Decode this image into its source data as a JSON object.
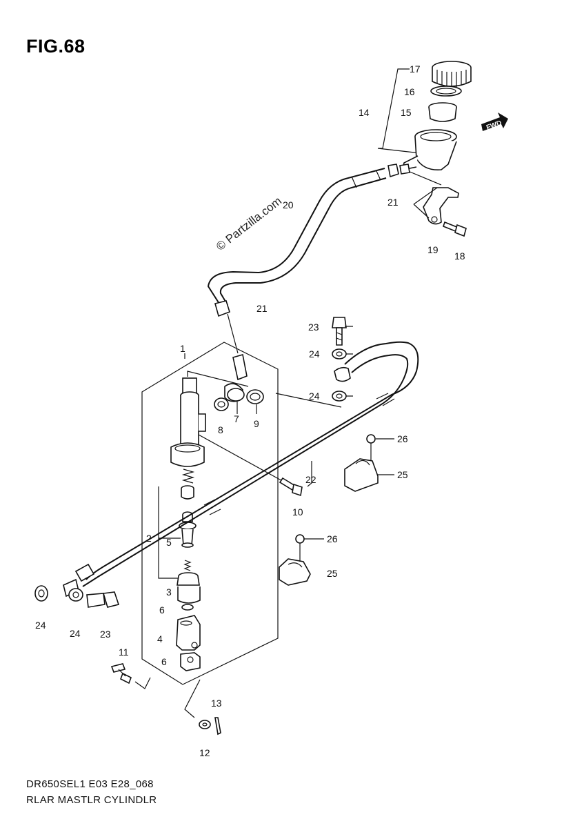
{
  "figure": {
    "title": "FIG.68",
    "model_code": "DR650SEL1 E03 E28_068",
    "assembly_name": "RLAR MASTLR CYLINDLR",
    "watermark": "© Partzilla.com",
    "fwd_label": "FWD"
  },
  "callouts": {
    "c1": "1",
    "c2": "2",
    "c3": "3",
    "c4": "4",
    "c5": "5",
    "c6a": "6",
    "c6b": "6",
    "c7": "7",
    "c8": "8",
    "c9": "9",
    "c10": "10",
    "c11": "11",
    "c12": "12",
    "c13": "13",
    "c14": "14",
    "c15": "15",
    "c16": "16",
    "c17": "17",
    "c18": "18",
    "c19": "19",
    "c20": "20",
    "c21a": "21",
    "c21b": "21",
    "c22": "22",
    "c23a": "23",
    "c23b": "23",
    "c24a": "24",
    "c24b": "24",
    "c24c": "24",
    "c24d": "24",
    "c25a": "25",
    "c25b": "25",
    "c26a": "26",
    "c26b": "26"
  }
}
